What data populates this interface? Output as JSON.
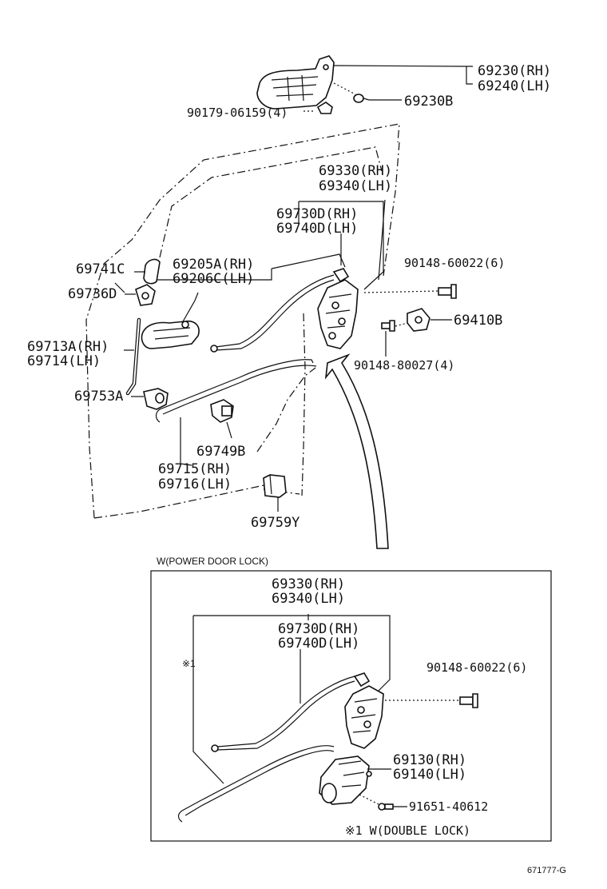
{
  "labels": {
    "p69230_rh": "69230(RH)",
    "p69240_lh": "69240(LH)",
    "p69230b": "69230B",
    "p90179": "90179-06159(4)",
    "p69330_rh": "69330(RH)",
    "p69340_lh": "69340(LH)",
    "p69730d_rh": "69730D(RH)",
    "p69740d_lh": "69740D(LH)",
    "p69741c": "69741C",
    "p69205a_rh": "69205A(RH)",
    "p69206c_lh": "69206C(LH)",
    "p90148_60022": "90148-60022(6)",
    "p69736d": "69736D",
    "p69410b": "69410B",
    "p69713a_rh": "69713A(RH)",
    "p69714_lh": "69714(LH)",
    "p90148_80027": "90148-80027(4)",
    "p69753a": "69753A",
    "p69749b": "69749B",
    "p69715_rh": "69715(RH)",
    "p69716_lh": "69716(LH)",
    "p69759y": "69759Y"
  },
  "inset": {
    "caption": "W(POWER DOOR LOCK)",
    "labels": {
      "p69330_rh": "69330(RH)",
      "p69340_lh": "69340(LH)",
      "p69730d_rh": "69730D(RH)",
      "p69740d_lh": "69740D(LH)",
      "note_mark": "※1",
      "p90148_60022": "90148-60022(6)",
      "p69130_rh": "69130(RH)",
      "p69140_lh": "69140(LH)",
      "p91651": "91651-40612",
      "footnote": "※1 W(DOUBLE LOCK)"
    }
  },
  "figure_ref": "671777-G"
}
